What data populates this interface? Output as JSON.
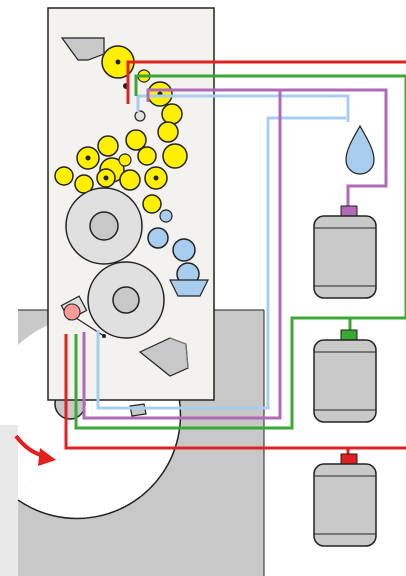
{
  "colors": {
    "background": "#ffffff",
    "base_gray": "#c8c8c8",
    "base_gray_light": "#e9e9e9",
    "stroke": "#222222",
    "frame_fill": "#f4f2ee",
    "yellow_roller": "#ffef00",
    "gray_roller": "#e0e0e0",
    "blue_roller": "#a8cdef",
    "red_line": "#e22020",
    "green_line": "#3aa835",
    "purple_line": "#b06ab7",
    "blue_line": "#a8cdef",
    "tank_body": "#c9c9c9",
    "tank_cap_purple": "#b06ab7",
    "tank_cap_green": "#3aa835",
    "tank_cap_red": "#e22020",
    "drop_fill": "#a8cdef",
    "arrow": "#e22020"
  },
  "icons": {
    "water_drop": "water-drop-icon",
    "rotation_arrow": "rotation-arrow-icon"
  },
  "tanks": [
    {
      "id": "purple",
      "cap": "tank_cap_purple"
    },
    {
      "id": "green",
      "cap": "tank_cap_green"
    },
    {
      "id": "red",
      "cap": "tank_cap_red"
    }
  ]
}
